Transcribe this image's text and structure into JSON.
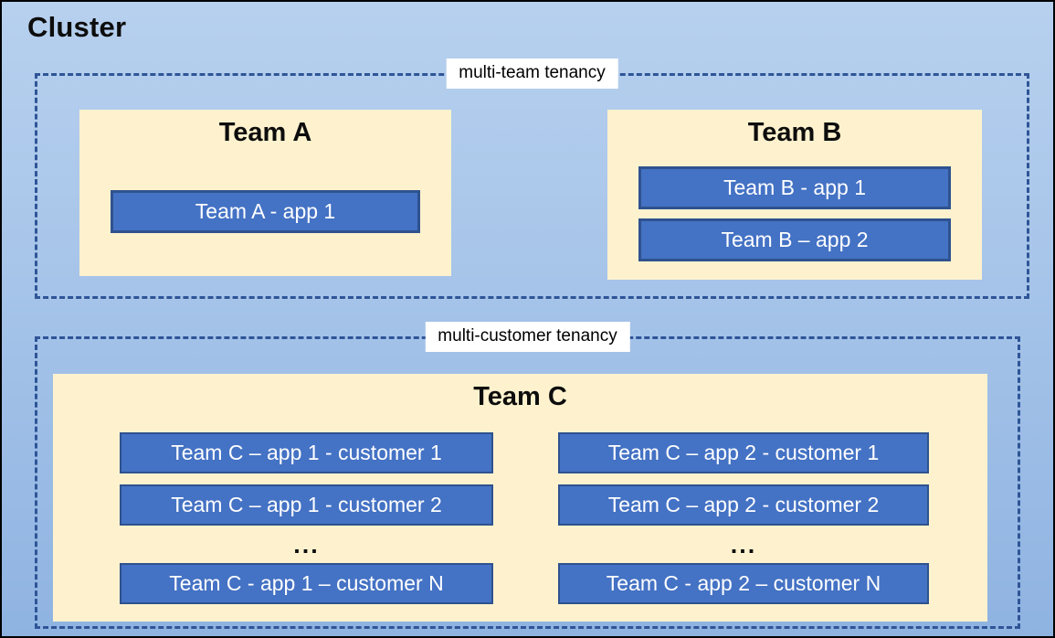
{
  "diagram": {
    "title": "Cluster",
    "zones": {
      "multi_team": {
        "label": "multi-team tenancy",
        "team_a": {
          "title": "Team A",
          "apps": [
            "Team A - app 1"
          ]
        },
        "team_b": {
          "title": "Team B",
          "apps": [
            "Team B - app 1",
            "Team B – app 2"
          ]
        }
      },
      "multi_customer": {
        "label": "multi-customer tenancy",
        "team_c": {
          "title": "Team C",
          "app1_column": {
            "apps": [
              "Team C – app 1 - customer 1",
              "Team C – app 1 - customer 2",
              "Team C - app 1 – customer N"
            ],
            "ellipsis": "..."
          },
          "app2_column": {
            "apps": [
              "Team C – app 2 - customer 1",
              "Team C – app 2 - customer 2",
              "Team C - app 2 – customer N"
            ],
            "ellipsis": "..."
          }
        }
      }
    },
    "colors": {
      "background_top": "#b7d0ee",
      "background_bottom": "#8fb3e1",
      "team_fill": "#fef2ce",
      "app_fill": "#4472c4",
      "app_border": "#2f528f",
      "zone_dash": "#2f5597",
      "app_text": "#ffffff",
      "title_text": "#0d0d0d",
      "label_background": "#ffffff",
      "outer_border": "#000000"
    }
  }
}
